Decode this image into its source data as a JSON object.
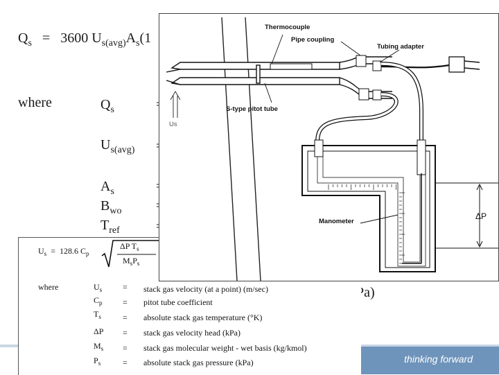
{
  "formula": {
    "lhs_symbol": "Q",
    "lhs_sub": "s",
    "equals": "=",
    "coefficient": "3600",
    "u_symbol": "U",
    "u_sub": "s(avg)",
    "a_symbol": "A",
    "a_sub": "s",
    "paren": "(1",
    "where_label": "where",
    "variables": [
      {
        "sym": "Q",
        "sub": "s"
      },
      {
        "sym": "U",
        "sub": "s(avg)"
      },
      {
        "sym": "A",
        "sub": "s"
      },
      {
        "sym": "B",
        "sub": "wo"
      },
      {
        "sym": "T",
        "sub": "ref"
      }
    ],
    "tail_fragment": "Pa)"
  },
  "velocity": {
    "lhs": "U",
    "lhs_sub": "s",
    "eq": "=",
    "coef": "128.6 C",
    "coef_sub": "p",
    "num_delta": "ΔP T",
    "num_sub": "s",
    "den_m": "M",
    "den_m_sub": "s",
    "den_p": "P",
    "den_p_sub": "s",
    "where_label": "where",
    "rows": [
      {
        "sym": "U",
        "sub": "s",
        "eq": "=",
        "desc": "stack gas velocity (at a point) (m/sec)"
      },
      {
        "sym": "C",
        "sub": "p",
        "eq": "=",
        "desc": "pitot tube coefficient"
      },
      {
        "sym": "T",
        "sub": "s",
        "eq": "=",
        "desc": "absolute stack gas temperature (°K)"
      },
      {
        "sym": "ΔP",
        "sub": "",
        "eq": "=",
        "desc": "stack gas velocity head (kPa)"
      },
      {
        "sym": "M",
        "sub": "s",
        "eq": "=",
        "desc": "stack gas molecular weight - wet basis (kg/kmol)"
      },
      {
        "sym": "P",
        "sub": "s",
        "eq": "=",
        "desc": "absolute stack gas pressure (kPa)"
      }
    ]
  },
  "diagram": {
    "labels": {
      "thermocouple": "Thermocouple",
      "pipe_coupling": "Pipe coupling",
      "tubing_adapter": "Tubing adapter",
      "pitot_tube": "S-type pitot tube",
      "flow": "Us",
      "manometer": "Manometer",
      "delta_p": "ΔP"
    }
  },
  "footer": {
    "tagline": "thinking forward",
    "band_color": "#6f94bb"
  }
}
